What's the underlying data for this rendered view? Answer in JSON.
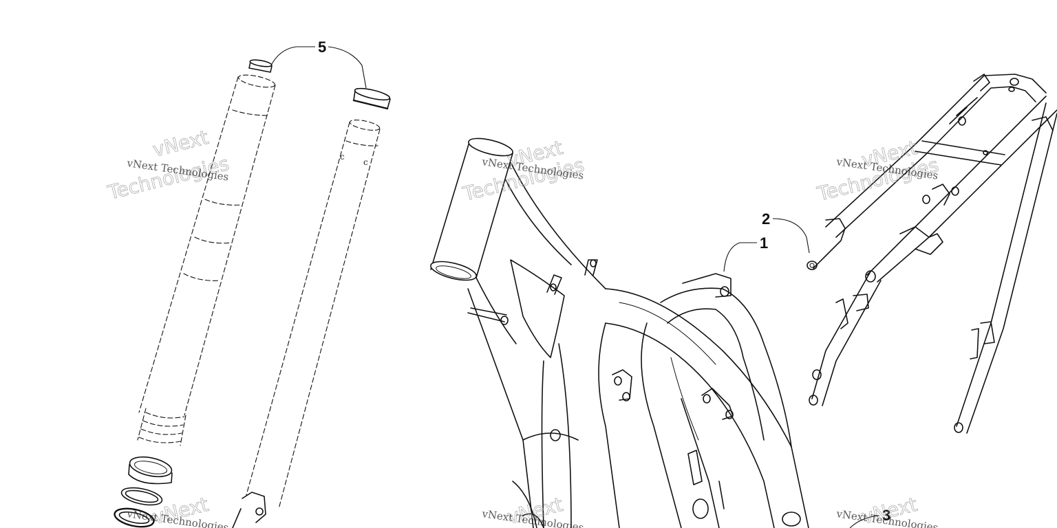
{
  "callouts": {
    "c1": "1",
    "c2": "2",
    "c3": "3",
    "c5": "5"
  },
  "watermark": {
    "line": "vNext Technologies",
    "big_top": "vNext",
    "big_bottom": "Technologies"
  },
  "colors": {
    "ink": "#111111",
    "background": "#ffffff",
    "watermark": "#999999"
  }
}
